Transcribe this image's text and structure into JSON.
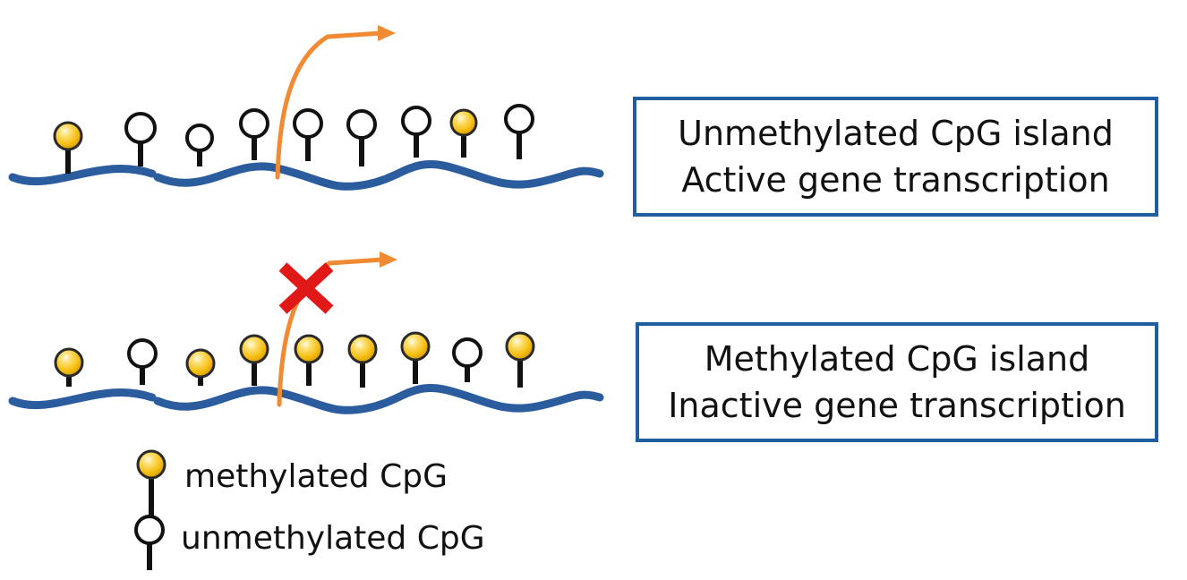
{
  "colors": {
    "dna_strand": "#2b5c9e",
    "methylated_fill": "#f6be0f",
    "methylated_outline": "#2a2a2a",
    "unmethylated_fill": "#ffffff",
    "stem": "#111111",
    "transcription_arrow": "#f08a33",
    "block_mark": "#e01818",
    "box_border": "#1f5fa0"
  },
  "top_panel": {
    "line1": "Unmethylated CpG island",
    "line2": "Active gene transcription",
    "sites": [
      "methylated",
      "unmethylated",
      "unmethylated",
      "unmethylated",
      "unmethylated",
      "unmethylated",
      "unmethylated",
      "methylated",
      "unmethylated"
    ],
    "transcription_blocked": false
  },
  "bottom_panel": {
    "line1": "Methylated CpG island",
    "line2": "Inactive gene transcription",
    "sites": [
      "methylated",
      "unmethylated",
      "methylated",
      "methylated",
      "methylated",
      "methylated",
      "methylated",
      "unmethylated",
      "methylated"
    ],
    "transcription_blocked": true
  },
  "legend": {
    "methylated_label": "methylated CpG",
    "unmethylated_label": "unmethylated CpG"
  }
}
